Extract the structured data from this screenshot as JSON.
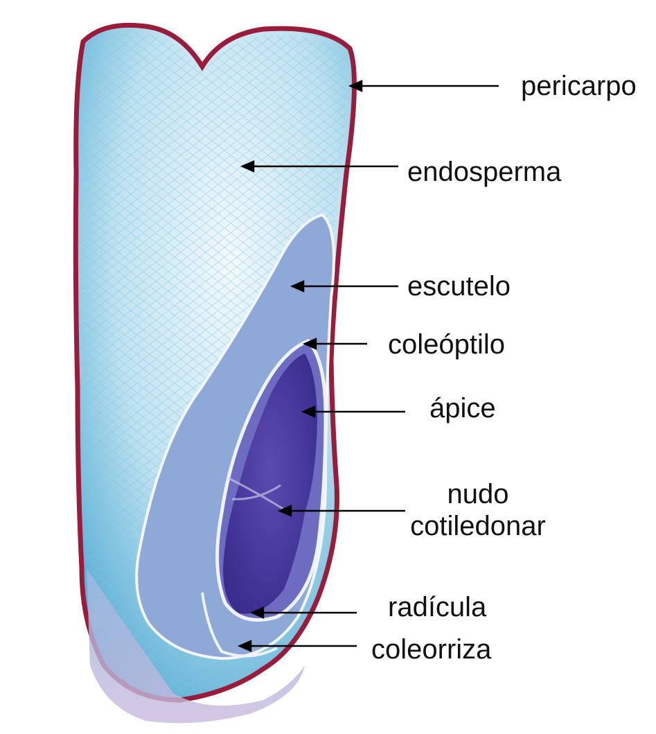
{
  "figure": {
    "labels": {
      "pericarpo": "pericarpo",
      "endosperma": "endosperma",
      "escutelo": "escutelo",
      "coleoptilo": "coleóptilo",
      "apice": "ápice",
      "nudo_line1": "nudo",
      "nudo_line2": "cotiledonar",
      "radicula": "radícula",
      "coleorriza": "coleorriza"
    },
    "colors": {
      "endosperm": "#5fb6d8",
      "endosperm_light": "#d9eef6",
      "pericarp": "#9a1c3a",
      "scutellum": "#8aa6d6",
      "embryo_axis": "#4a3aa0",
      "coleorhiza": "#b9c8e6",
      "arrow": "#000000"
    }
  }
}
